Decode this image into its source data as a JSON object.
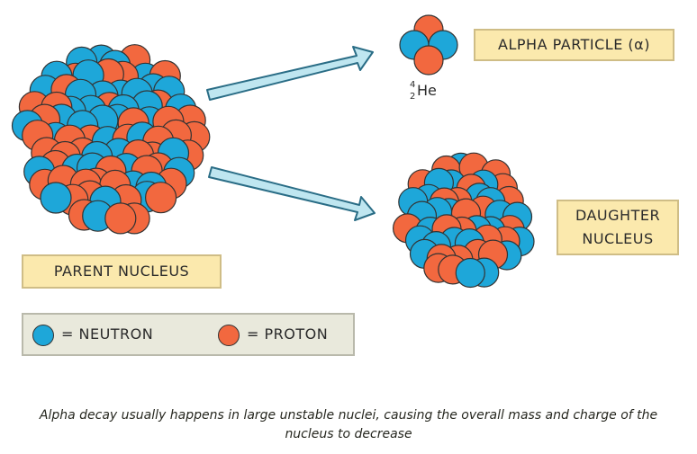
{
  "labels": {
    "alpha_particle": "ALPHA  PARTICLE (α)",
    "daughter_line1": "DAUGHTER",
    "daughter_line2": "NUCLEUS",
    "parent_nucleus": "PARENT  NUCLEUS"
  },
  "helium": {
    "mass_number": "4",
    "atomic_number": "2",
    "symbol": "He"
  },
  "legend": {
    "neutron_label": "= NEUTRON",
    "proton_label": "= PROTON"
  },
  "caption": {
    "line1": "Alpha decay usually happens in large unstable nuclei, causing the overall mass and charge of the",
    "line2": "nucleus to decrease"
  },
  "colors": {
    "neutron": "#1ea7d9",
    "proton": "#f2683f",
    "label_fill": "#fbe9ad",
    "arrow_fill": "#bfe6f0",
    "arrow_stroke": "#2a6d86"
  }
}
